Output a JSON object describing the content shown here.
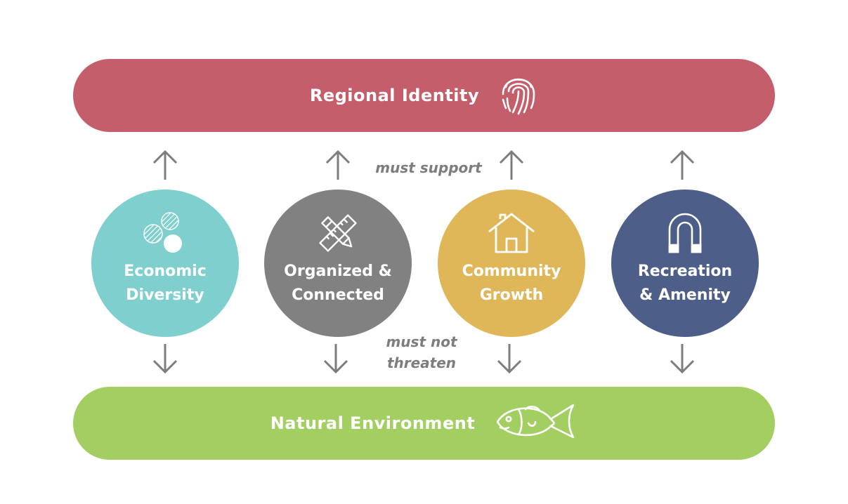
{
  "top_band": {
    "label": "Regional Identity",
    "icon": "fingerprint-icon",
    "color": "#c55e6b"
  },
  "bottom_band": {
    "label": "Natural Environment",
    "icon": "fish-icon",
    "color": "#a3cf62"
  },
  "connector_labels": {
    "up": "must support",
    "down_line1": "must not",
    "down_line2": "threaten"
  },
  "pillars": [
    {
      "line1": "Economic",
      "line2": "Diversity",
      "icon": "coins-icon",
      "color": "#7fcfcf"
    },
    {
      "line1": "Organized &",
      "line2": "Connected",
      "icon": "ruler-pencil-icon",
      "color": "#818181"
    },
    {
      "line1": "Community",
      "line2": "Growth",
      "icon": "house-icon",
      "color": "#e0b758"
    },
    {
      "line1": "Recreation",
      "line2": "& Amenity",
      "icon": "magnet-icon",
      "color": "#4d5f88"
    }
  ]
}
